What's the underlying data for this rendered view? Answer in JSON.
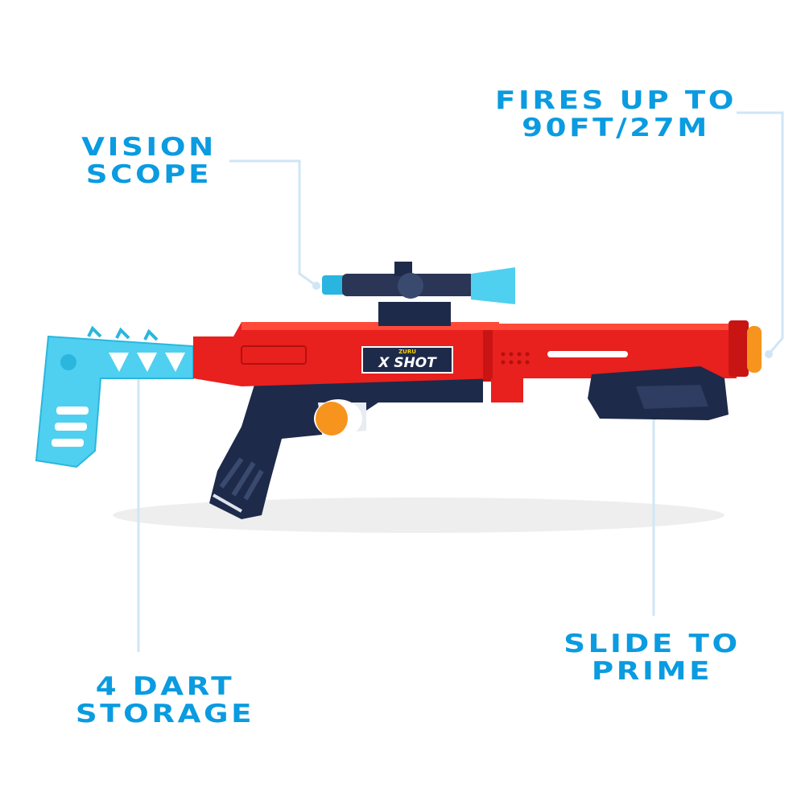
{
  "brand": {
    "logo_text": "X SHOT",
    "logo_subtext": "ZURU"
  },
  "callouts": [
    {
      "id": "scope",
      "lines": [
        "VISION",
        "SCOPE"
      ]
    },
    {
      "id": "range",
      "lines": [
        "FIRES UP TO",
        "90FT/27M"
      ]
    },
    {
      "id": "storage",
      "lines": [
        "4 DART",
        "STORAGE"
      ]
    },
    {
      "id": "prime",
      "lines": [
        "SLIDE TO",
        "PRIME"
      ]
    }
  ],
  "colors": {
    "label": "#0a9be0",
    "body": "#e8201e",
    "grip": "#1e2a4a",
    "stock": "#4fd0f0",
    "tip": "#f7941d",
    "leader_line": "#cfe6f5"
  }
}
